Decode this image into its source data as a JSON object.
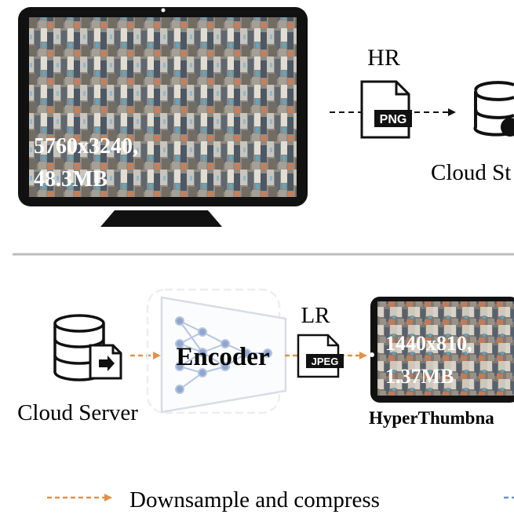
{
  "top_section": {
    "monitor_resolution": "5760x3240,",
    "monitor_size": "48.3MB",
    "hr_label": "HR",
    "png_label": "PNG",
    "cloud_label_partial": "Cloud St"
  },
  "bottom_section": {
    "cloud_server_label": "Cloud Server",
    "encoder_label": "Encoder",
    "lr_label": "LR",
    "jpeg_label": "JPEG",
    "thumb_resolution": "1440x810,",
    "thumb_size": "1.37MB",
    "hyperthumbnail_label": "HyperThumbna"
  },
  "legend": {
    "downsample_label": "Downsample and compress"
  },
  "colors": {
    "dashed_arrow_orange": "#e3904a",
    "dashed_arrow_black": "#111111",
    "divider": "#bdbdbd",
    "encoder_outline": "#d8dde5",
    "encoder_nodes": "#8fa7cf",
    "legend_partial_line": "#6b93c7"
  }
}
